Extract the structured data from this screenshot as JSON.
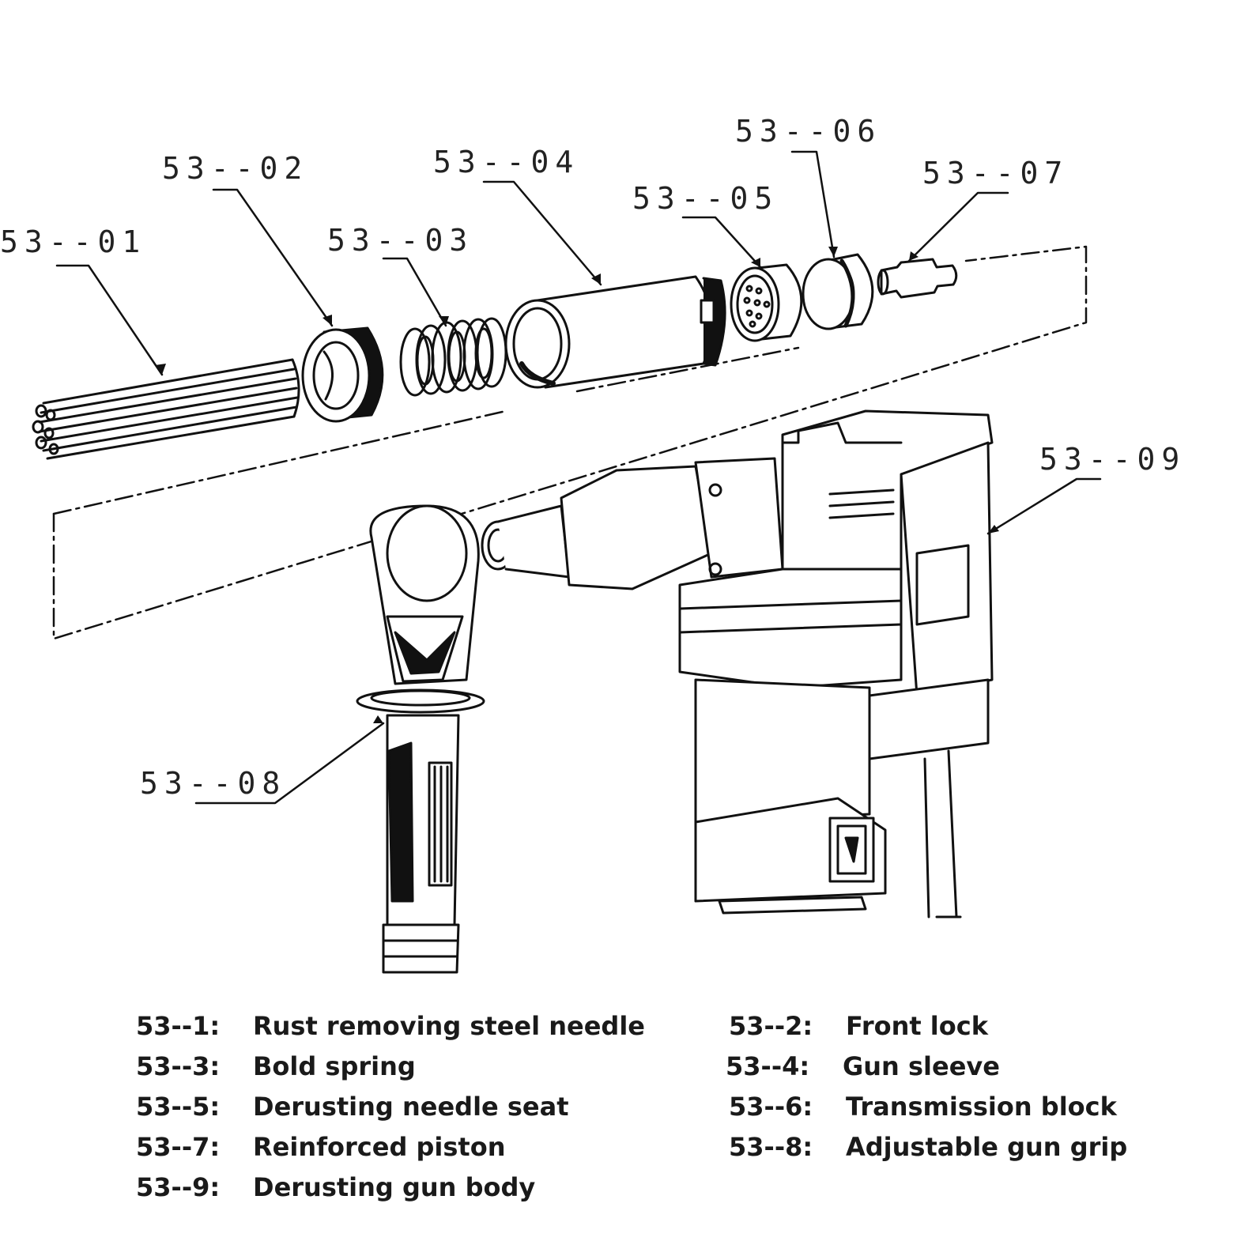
{
  "callouts": {
    "c01": "53--01",
    "c02": "53--02",
    "c03": "53--03",
    "c04": "53--04",
    "c05": "53--05",
    "c06": "53--06",
    "c07": "53--07",
    "c08": "53--08",
    "c09": "53--09"
  },
  "legend": {
    "left": [
      {
        "code": "53--1:",
        "label": "Rust removing steel needle"
      },
      {
        "code": "53--3:",
        "label": "Bold spring"
      },
      {
        "code": "53--5:",
        "label": "Derusting needle seat"
      },
      {
        "code": "53--7:",
        "label": "Reinforced piston"
      },
      {
        "code": "53--9:",
        "label": "Derusting gun body"
      }
    ],
    "right": [
      {
        "code": "53--2:",
        "label": "Front lock"
      },
      {
        "code": "53--4:",
        "label": "Gun sleeve"
      },
      {
        "code": "53--6:",
        "label": "Transmission block"
      },
      {
        "code": "53--8:",
        "label": "Adjustable gun grip"
      }
    ]
  }
}
